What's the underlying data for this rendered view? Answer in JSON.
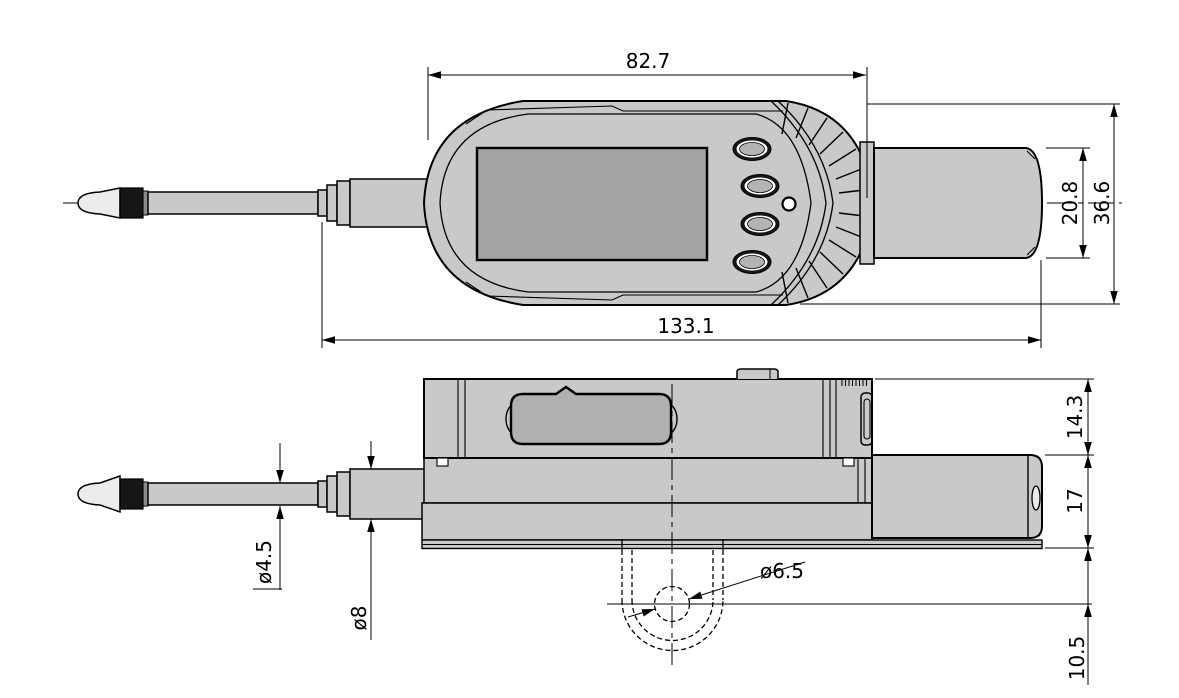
{
  "drawing": {
    "type": "technical-drawing",
    "subject": "digital dial indicator, two orthographic views with dimensions",
    "units": "mm",
    "colors": {
      "background": "#ffffff",
      "line": "#000000",
      "body_fill": "#c9c9c9",
      "lcd_fill": "#a4a4a4",
      "cover_fill": "#b0b0b0",
      "collar_fill": "#161616",
      "button_inner_fill": "#b4b4b4"
    },
    "dims": {
      "body_width": "82.7",
      "overall_length": "133.1",
      "rear_cylinder_height": "20.8",
      "body_height": "36.6",
      "top_section_height": "14.3",
      "mid_section_height": "17",
      "lug_hole_offset": "10.5",
      "spindle_dia": "ø4.5",
      "stem_dia": "ø8",
      "lug_hole_dia": "ø6.5"
    }
  }
}
